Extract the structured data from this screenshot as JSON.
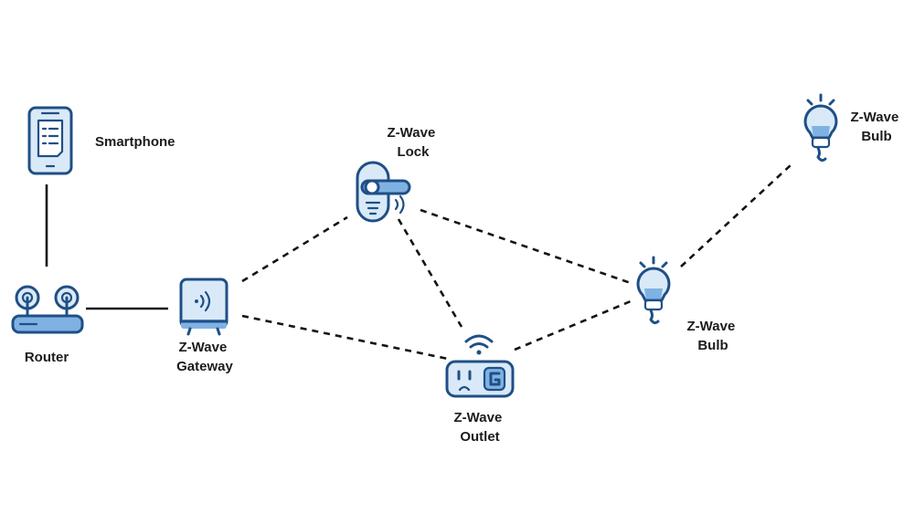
{
  "nodes": {
    "smartphone": {
      "label": [
        "Smartphone"
      ]
    },
    "router": {
      "label": [
        "Router"
      ]
    },
    "gateway": {
      "label": [
        "Z-Wave",
        "Gateway"
      ]
    },
    "lock": {
      "label": [
        "Z-Wave",
        "Lock"
      ]
    },
    "outlet": {
      "label": [
        "Z-Wave",
        "Outlet"
      ]
    },
    "bulb_mid": {
      "label": [
        "Z-Wave",
        "Bulb"
      ]
    },
    "bulb_top": {
      "label": [
        "Z-Wave",
        "Bulb"
      ]
    }
  },
  "links": [
    {
      "from": "smartphone",
      "to": "router",
      "style": "solid"
    },
    {
      "from": "router",
      "to": "gateway",
      "style": "solid"
    },
    {
      "from": "gateway",
      "to": "lock",
      "style": "dashed"
    },
    {
      "from": "gateway",
      "to": "outlet",
      "style": "dashed"
    },
    {
      "from": "lock",
      "to": "outlet",
      "style": "dashed"
    },
    {
      "from": "lock",
      "to": "bulb_mid",
      "style": "dashed"
    },
    {
      "from": "outlet",
      "to": "bulb_mid",
      "style": "dashed"
    },
    {
      "from": "bulb_mid",
      "to": "bulb_top",
      "style": "dashed"
    }
  ],
  "colors": {
    "icon_stroke": "#1f4f86",
    "icon_fill_light": "#d9e9f7",
    "icon_fill_mid": "#7fb2e3",
    "link": "#141414"
  }
}
